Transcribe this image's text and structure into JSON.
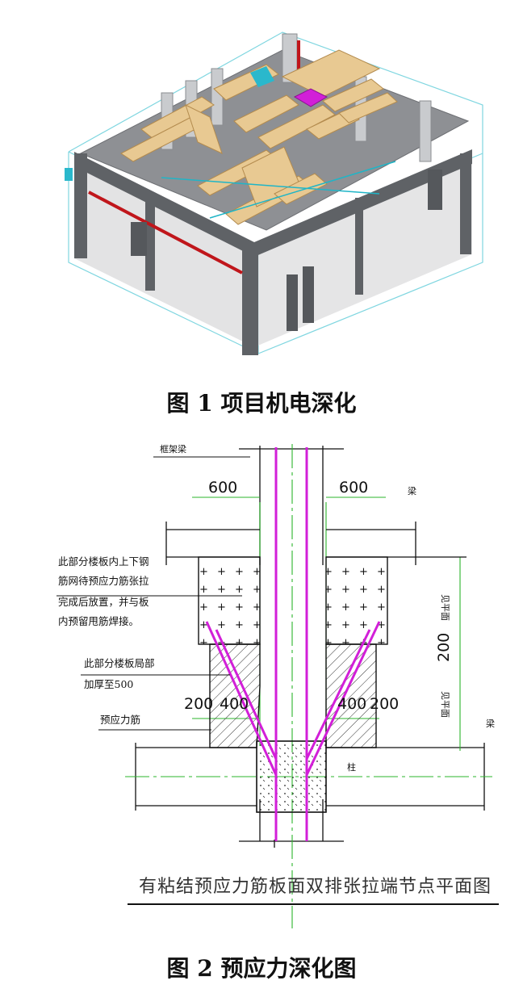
{
  "figure1": {
    "caption": "图 1  项目机电深化"
  },
  "figure2": {
    "caption": "图 2  预应力深化图",
    "plan_title": "有粘结预应力筋板面双排张拉端节点平面图",
    "labels": {
      "frame_beam": "框架梁",
      "beam_top": "梁",
      "beam_right": "梁",
      "column": "柱",
      "see_plan_top": "见平面",
      "see_plan_bottom": "见平面",
      "note_rebar": [
        "此部分楼板内上下钢",
        "筋网待预应力筋张拉",
        "完成后放置，并与板",
        "内预留甩筋焊接。"
      ],
      "note_thicken": [
        "此部分楼板局部",
        "加厚至500"
      ],
      "prestress_tendon": "预应力筋"
    },
    "dims": {
      "top_left": "600",
      "top_right": "600",
      "right_mid": "200",
      "left_200": "200",
      "left_400": "400",
      "right_400": "400",
      "right_200": "200"
    }
  }
}
